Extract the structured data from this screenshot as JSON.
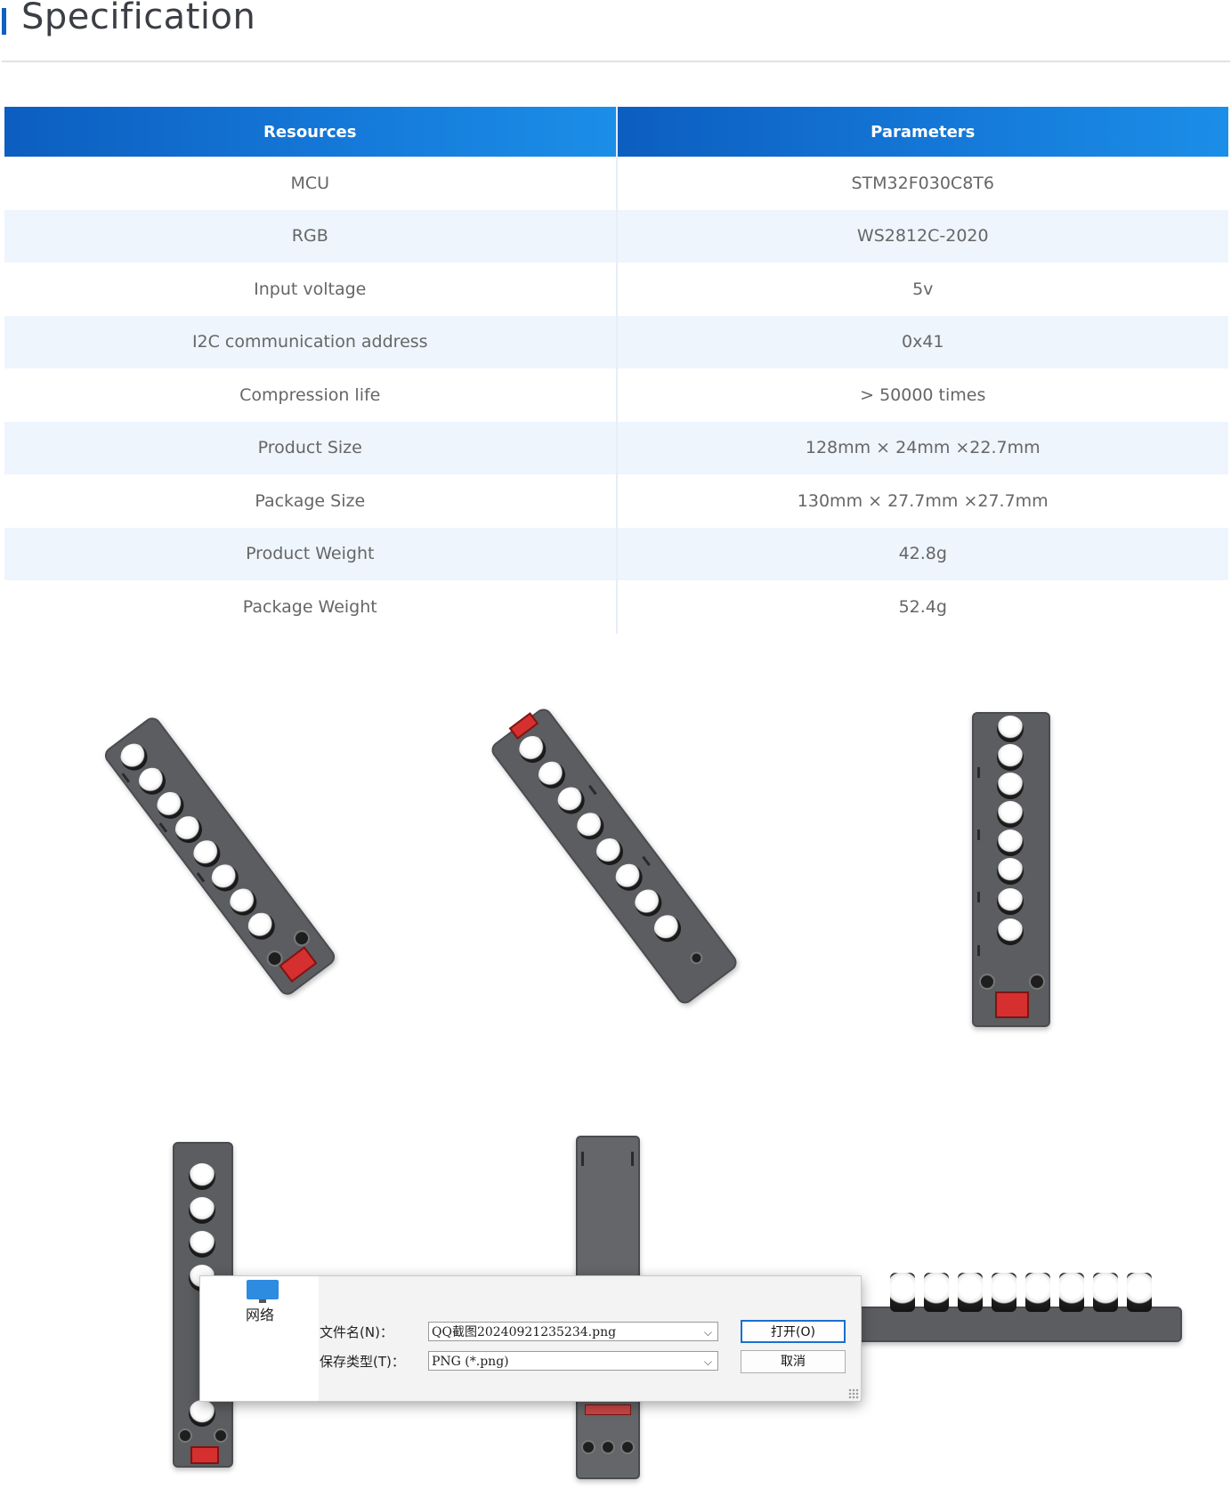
{
  "header": {
    "title": "Specification"
  },
  "table": {
    "headers": [
      "Resources",
      "Parameters"
    ],
    "rows": [
      [
        "MCU",
        "STM32F030C8T6"
      ],
      [
        "RGB",
        "WS2812C-2020"
      ],
      [
        "Input voltage",
        "5v"
      ],
      [
        "I2C communication address",
        "0x41"
      ],
      [
        "Compression life",
        "> 50000 times"
      ],
      [
        "Product Size",
        "128mm × 24mm ×22.7mm"
      ],
      [
        "Package Size",
        "130mm × 27.7mm ×27.7mm"
      ],
      [
        "Product Weight",
        "42.8g"
      ],
      [
        "Package Weight",
        "52.4g"
      ]
    ]
  },
  "dialog": {
    "sidebar_item": "网络",
    "filename_label": "文件名(N)：",
    "filename_value": "QQ截图20240921235234.png",
    "filetype_label": "保存类型(T)：",
    "filetype_value": "PNG (*.png)",
    "open_button": "打开(O)",
    "cancel_button": "取消"
  },
  "colors": {
    "header_accent": "#0e60c4",
    "table_header_start": "#0c5ec0",
    "table_header_end": "#1b8ee8",
    "row_alt": "#eef5fd"
  }
}
